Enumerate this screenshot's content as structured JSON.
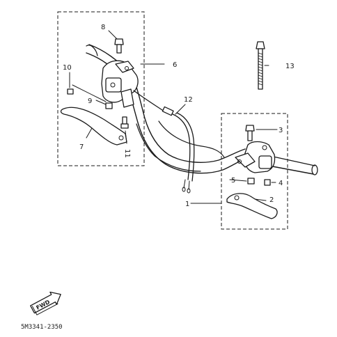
{
  "callouts": {
    "c1": "1",
    "c2": "2",
    "c3": "3",
    "c4": "4",
    "c5": "5",
    "c6": "6",
    "c7": "7",
    "c8": "8",
    "c9": "9",
    "c10": "10",
    "c11": "11",
    "c12": "12",
    "c13": "13"
  },
  "fwd_label": "FWD",
  "diagram_code": "5M3341-2350"
}
